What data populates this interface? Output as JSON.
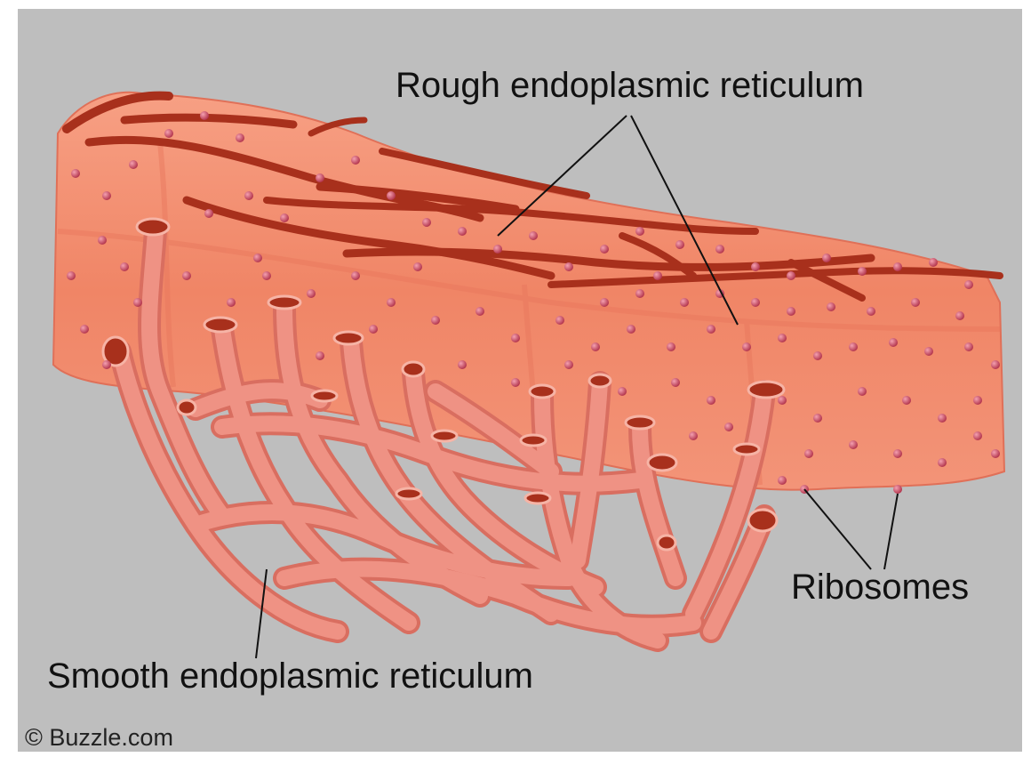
{
  "labels": {
    "rough_er": "Rough endoplasmic reticulum",
    "ribosomes": "Ribosomes",
    "smooth_er": "Smooth endoplasmic reticulum"
  },
  "credit": "© Buzzle.com",
  "colors": {
    "background": "#bebebe",
    "membrane": "#f0836a",
    "membrane_light": "#f8a488",
    "lumen": "#a8301c",
    "ribosome": "#c2455a",
    "tube": "#ee8f80",
    "tube_shadow": "#d96e60",
    "leader_line": "#111111"
  }
}
